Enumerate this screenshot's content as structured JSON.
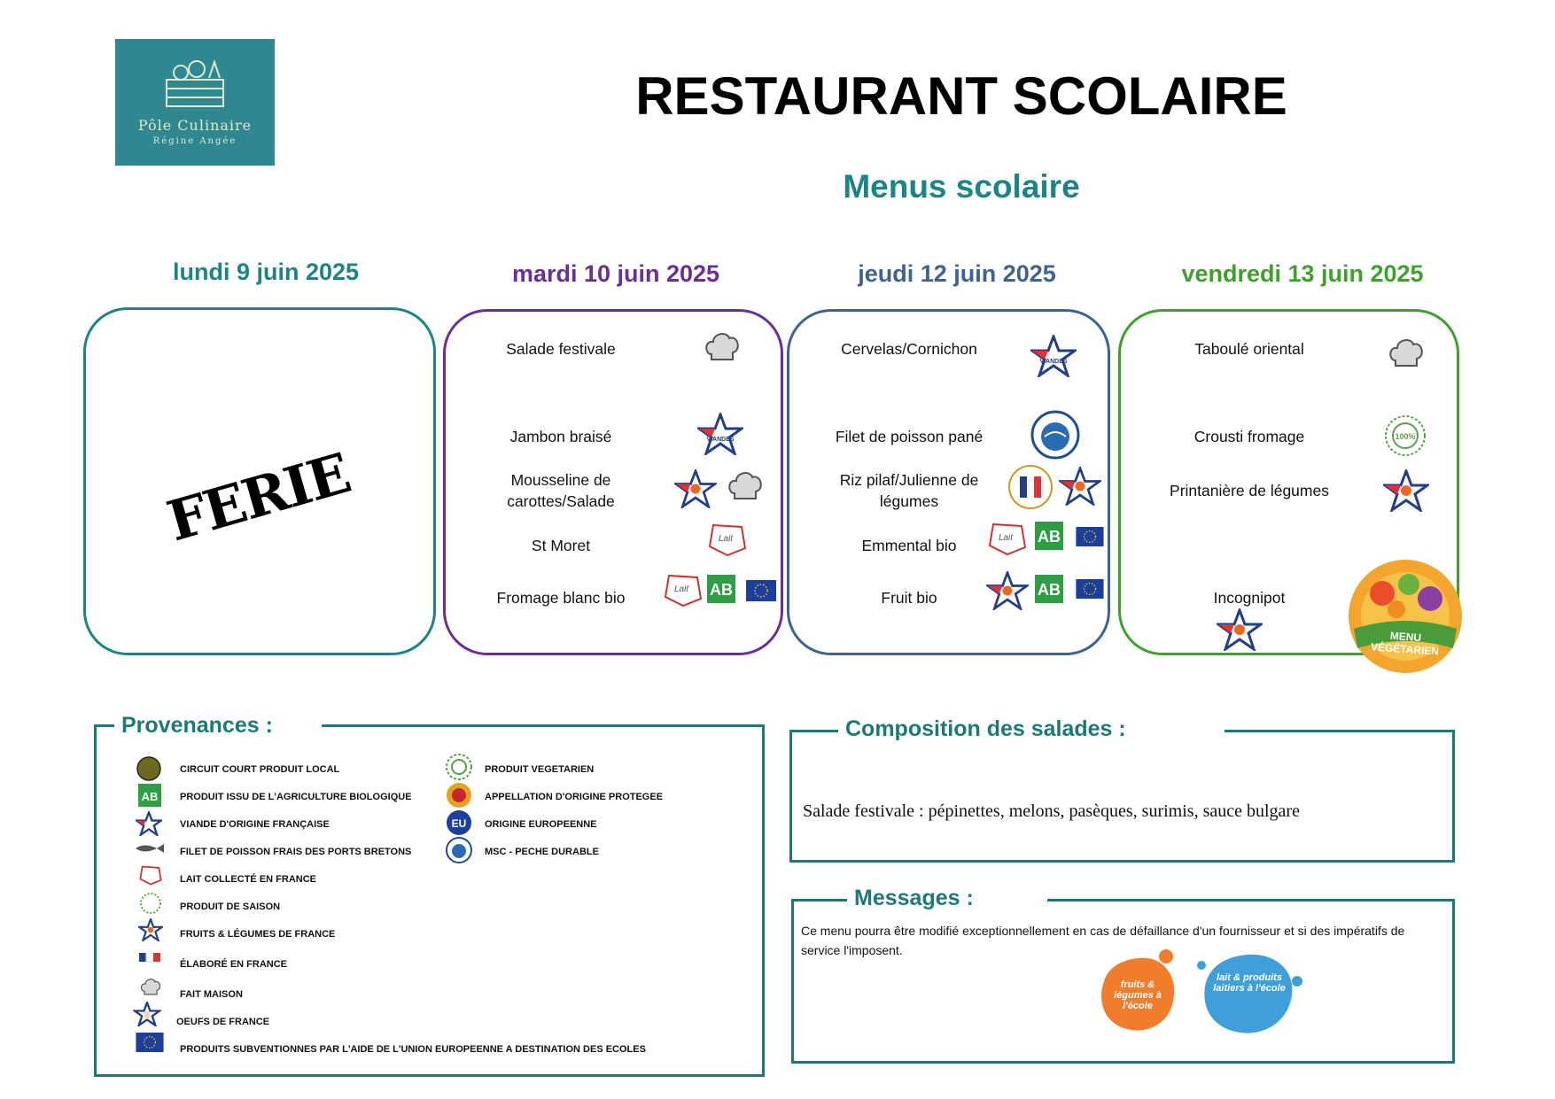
{
  "header": {
    "logo_line1": "Pôle Culinaire",
    "logo_line2": "Régine Angée",
    "title": "RESTAURANT SCOLAIRE",
    "subtitle": "Menus scolaire"
  },
  "days": [
    {
      "label": "lundi 9 juin 2025",
      "color": "#1b8583",
      "holiday": "FERIE"
    },
    {
      "label": "mardi 10 juin 2025",
      "color": "#6a2f96",
      "items": [
        "Salade festivale",
        "Jambon braisé",
        "Mousseline de carottes/Salade",
        "St Moret",
        "Fromage blanc bio"
      ]
    },
    {
      "label": "jeudi 12 juin 2025",
      "color": "#3e6390",
      "items": [
        "Cervelas/Cornichon",
        "Filet de poisson pané",
        "Riz pilaf/Julienne de légumes",
        "Emmental bio",
        "Fruit bio"
      ]
    },
    {
      "label": "vendredi 13 juin 2025",
      "color": "#3fa02e",
      "items": [
        "Taboulé oriental",
        "Crousti fromage",
        "Printanière de légumes",
        "Incognipot"
      ],
      "badge": "MENU VÉGÉTARIEN"
    }
  ],
  "provenances": {
    "title": "Provenances :",
    "left": [
      "CIRCUIT COURT PRODUIT LOCAL",
      "PRODUIT ISSU DE L'AGRICULTURE BIOLOGIQUE",
      "VIANDE D'ORIGINE FRANÇAISE",
      "FILET DE POISSON FRAIS DES PORTS BRETONS",
      "LAIT COLLECTÉ EN FRANCE",
      "PRODUIT DE SAISON",
      "FRUITS & LÉGUMES DE FRANCE",
      "ÉLABORÉ EN FRANCE",
      "FAIT MAISON",
      "OEUFS DE FRANCE",
      "PRODUITS SUBVENTIONNES PAR L'AIDE DE L'UNION EUROPEENNE A DESTINATION DES ECOLES"
    ],
    "right": [
      "PRODUIT VEGETARIEN",
      "APPELLATION D'ORIGINE PROTEGEE",
      "ORIGINE EUROPEENNE",
      "MSC - PECHE DURABLE"
    ]
  },
  "salads": {
    "title": "Composition des salades :",
    "text": "Salade festivale : pépinettes, melons, pasèques, surimis, sauce bulgare"
  },
  "messages": {
    "title": "Messages :",
    "text": "Ce menu pourra être modifié exceptionnellement en cas de défaillance d'un fournisseur et si des impératifs de service l'imposent.",
    "logo1": "fruits & légumes à l'école",
    "logo2": "lait & produits laitiers à l'école"
  }
}
